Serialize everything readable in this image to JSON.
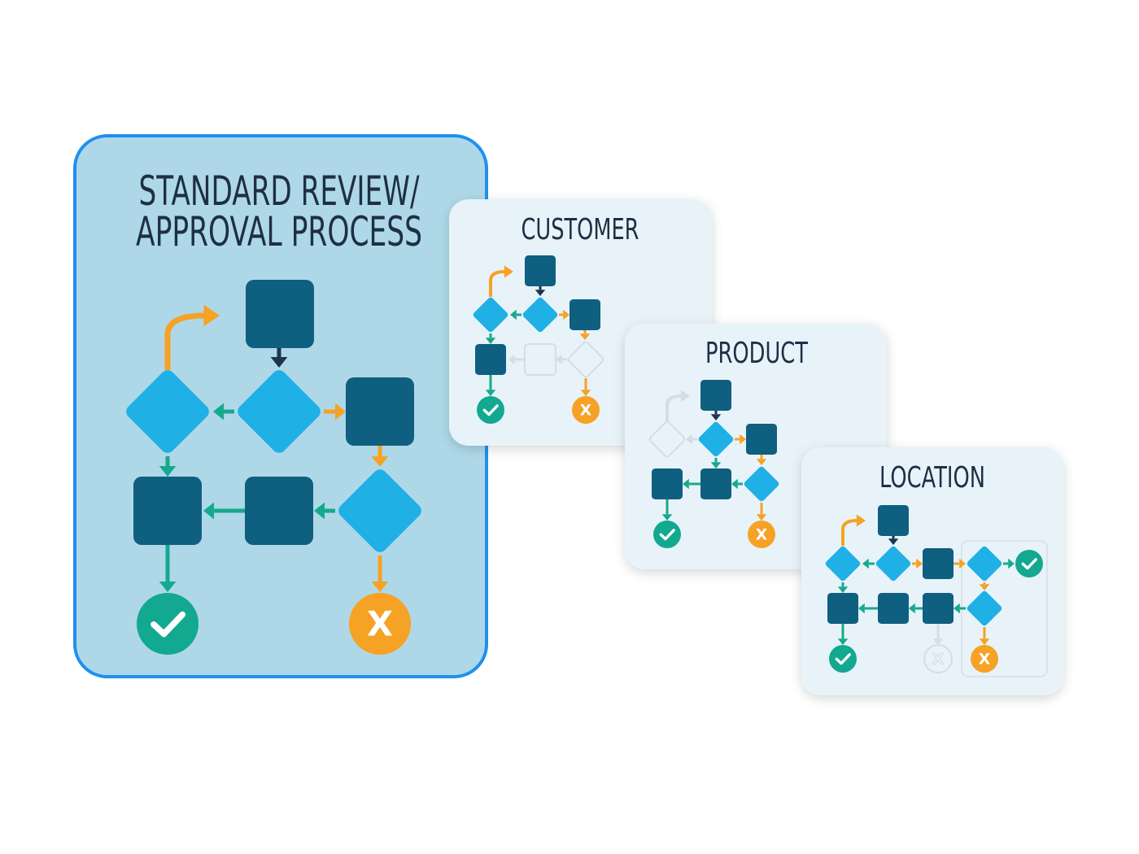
{
  "main_card": {
    "title_line1": "STANDARD REVIEW/",
    "title_line2": "APPROVAL PROCESS"
  },
  "cards": [
    {
      "title": "CUSTOMER"
    },
    {
      "title": "PRODUCT"
    },
    {
      "title": "LOCATION"
    }
  ],
  "reject_glyph": "X",
  "icons": {
    "approve": "checkmark-circle-icon",
    "reject": "x-circle-icon"
  },
  "colors": {
    "main_card_bg": "#aed8e8",
    "main_card_border": "#1e90ef",
    "small_card_bg": "#e8f3f9",
    "process_box": "#0f5f80",
    "decision_diamond": "#1fb0e6",
    "approve_green": "#13a890",
    "reject_orange": "#f5a225",
    "flow_teal": "#16a98f",
    "flow_orange": "#f5a225",
    "flow_dark": "#1d3550",
    "ghost": "#d3dde3"
  }
}
